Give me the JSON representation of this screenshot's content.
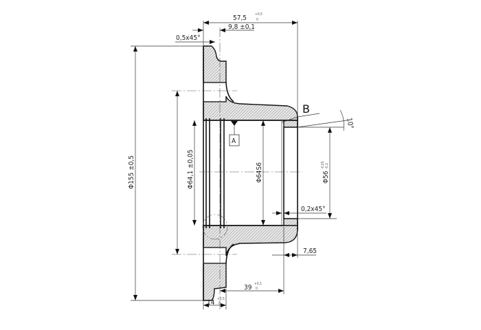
{
  "drawing": {
    "dimensions": {
      "overall_length": {
        "value": "57,5",
        "tol_upper": "+0,5",
        "tol_lower": "0"
      },
      "flange_offset": {
        "value": "9,8 ±0,1"
      },
      "chamfer_outer": {
        "value": "0,5x45°"
      },
      "flange_diameter": {
        "value": "Φ155 ±0,5"
      },
      "groove_diameter": {
        "value": "Φ64,1 ±0,05"
      },
      "bore_diameter": {
        "value": "Φ64S6"
      },
      "spigot_diameter": {
        "value": "Φ56",
        "tol_upper": "-0,05",
        "tol_lower": "-0,1"
      },
      "angle": {
        "value": "10°"
      },
      "chamfer_inner": {
        "value": "0,2x45°"
      },
      "spigot_length": {
        "value": "7,65"
      },
      "bore_depth": {
        "value": "39",
        "tol_upper": "+0,1",
        "tol_lower": "0"
      },
      "flange_thickness": {
        "value": "14",
        "tol_upper": "+0,5",
        "tol_lower": "0"
      }
    },
    "labels": {
      "detail_view": "B",
      "datum": "A"
    },
    "colors": {
      "line": "#111111",
      "background": "#ffffff"
    }
  }
}
